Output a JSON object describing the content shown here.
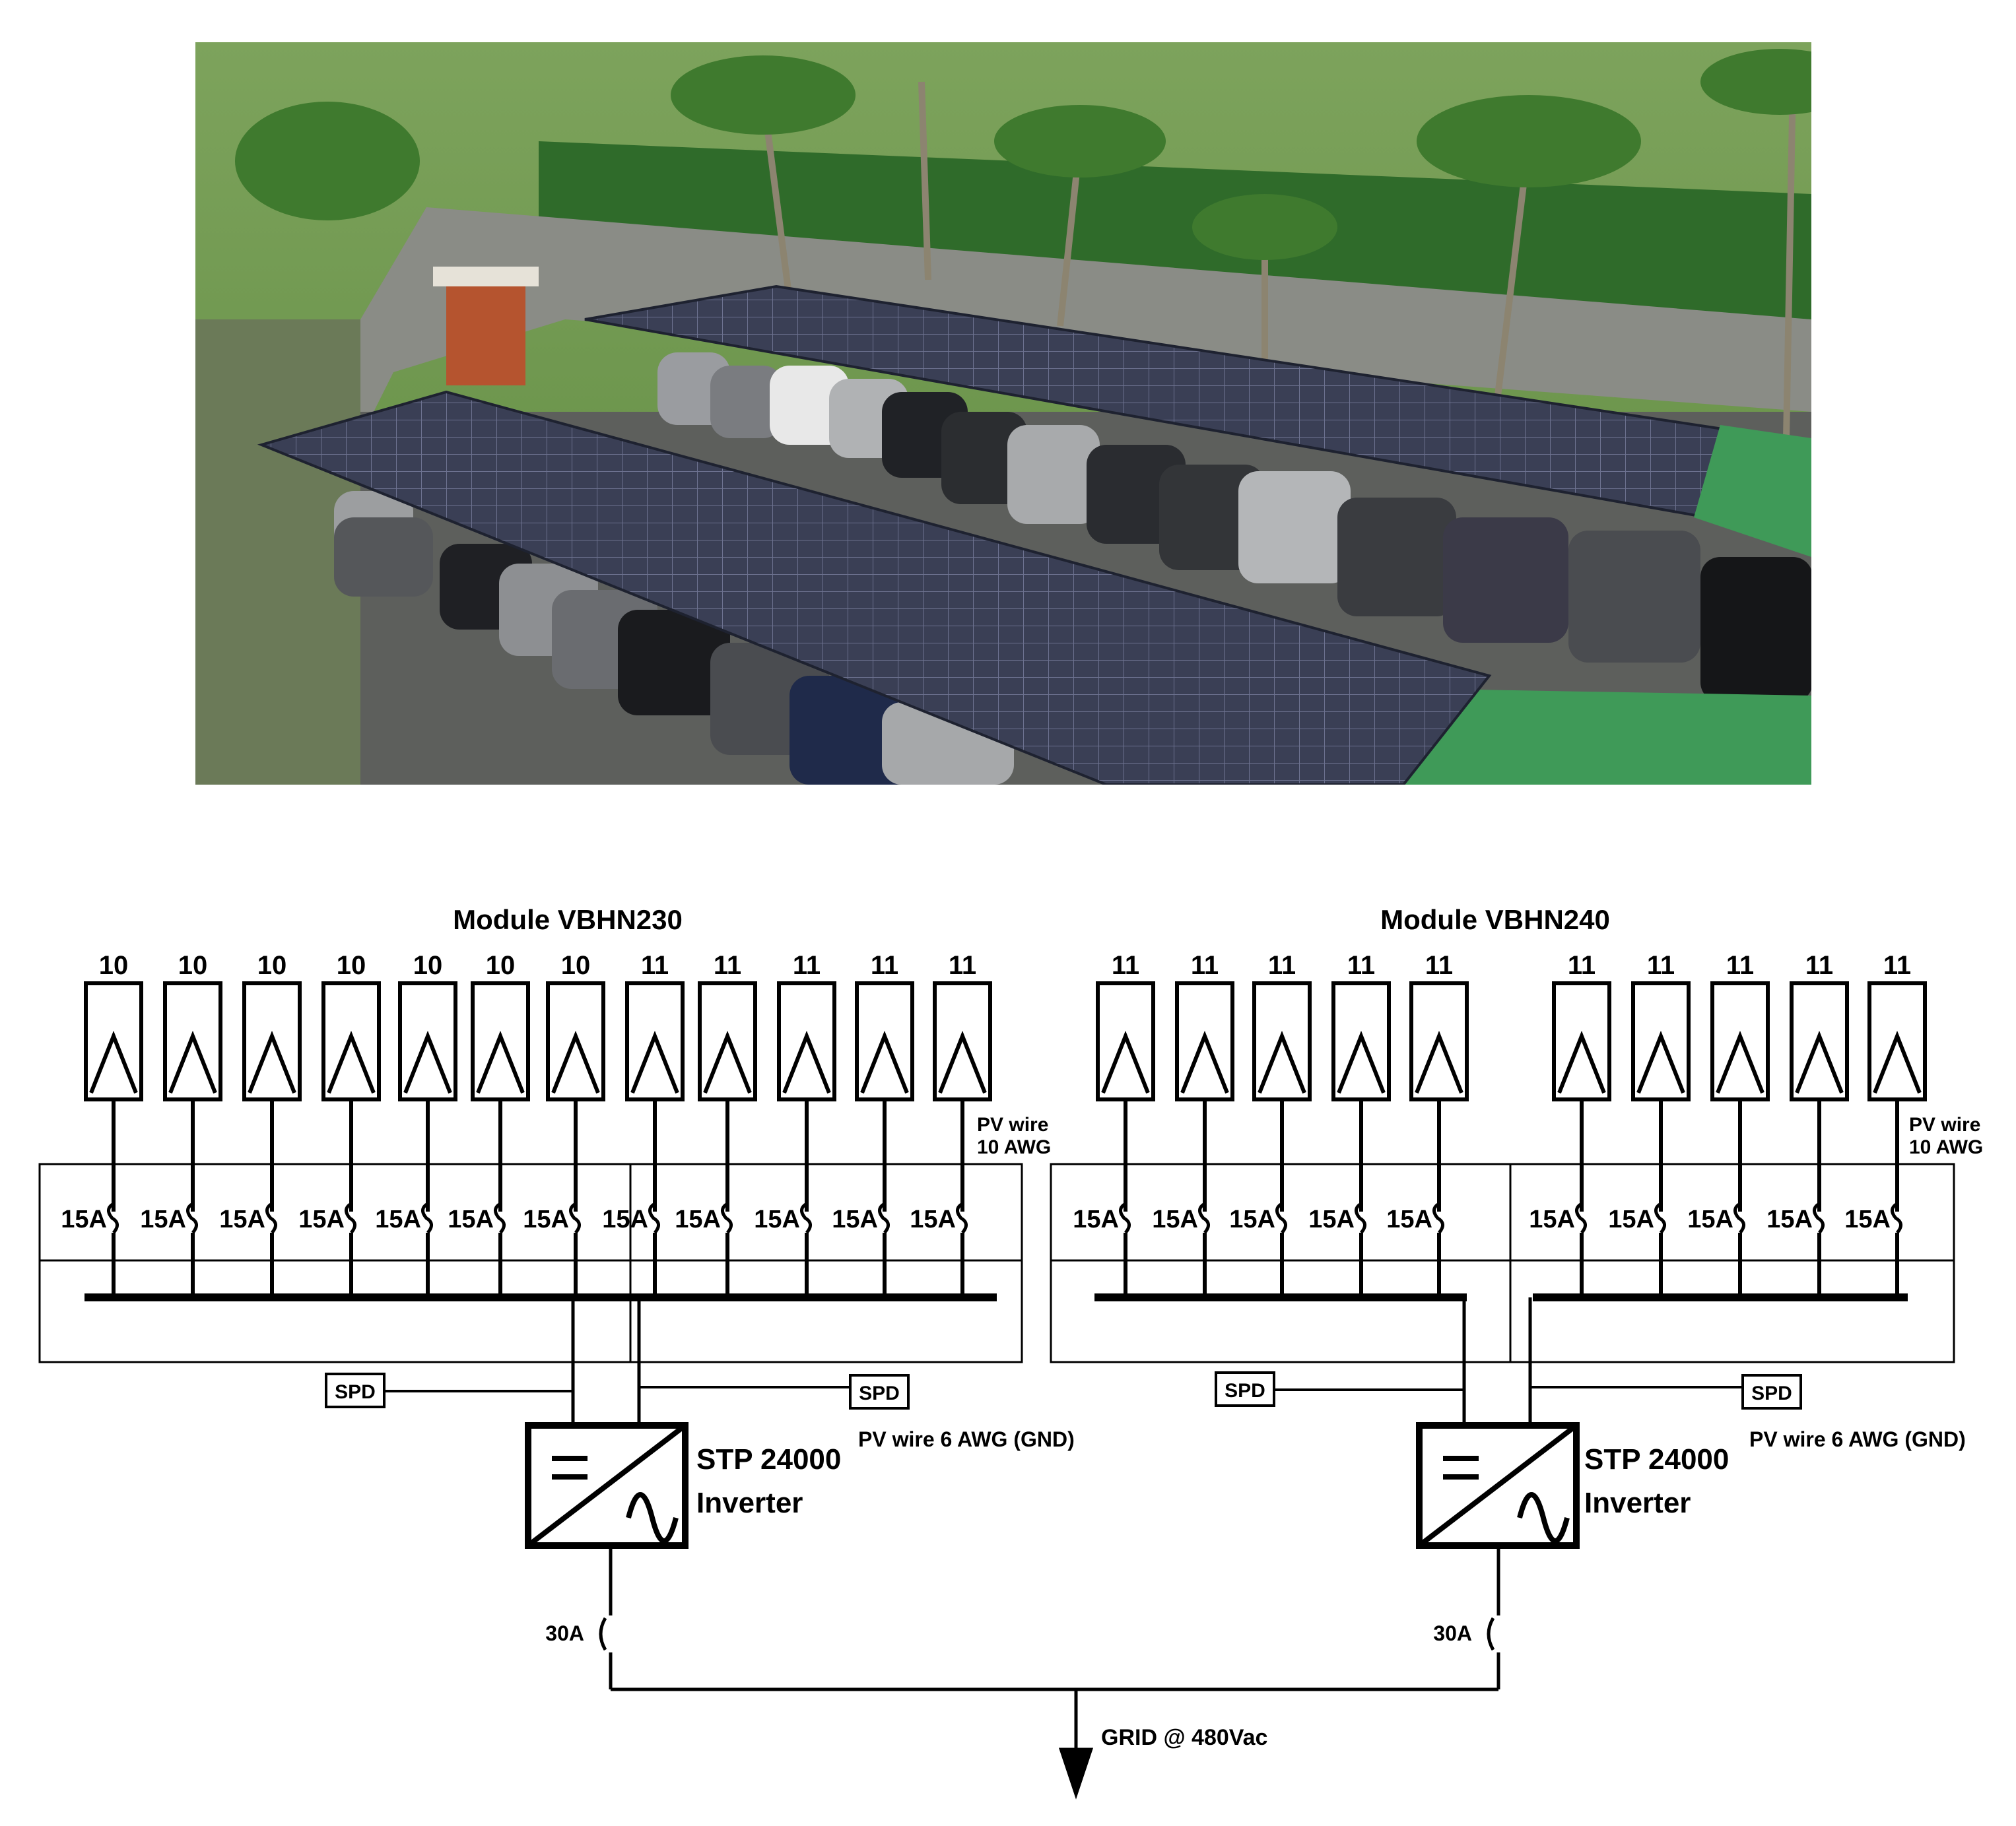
{
  "photo": {
    "colors": {
      "lawn": "#6f9a4c",
      "hedge": "#2f6b2a",
      "asphalt": "#5d5f5c",
      "panel": "#3a3f55",
      "roof_green": "#3f9a58"
    }
  },
  "diagram": {
    "arrays": [
      {
        "title": "Module VBHN230",
        "string_counts": [
          "10",
          "10",
          "10",
          "10",
          "10",
          "10",
          "10",
          "11",
          "11",
          "11",
          "11",
          "11"
        ],
        "fuse_label": "15A",
        "wire_note_1": "PV wire",
        "wire_note_2": "10 AWG",
        "spd_left": "SPD",
        "spd_right": "SPD",
        "gnd_note": "PV wire 6 AWG (GND)",
        "inverter_model": "STP 24000",
        "inverter_word": "Inverter",
        "breaker": "30A"
      },
      {
        "title": "Module VBHN240",
        "string_counts": [
          "11",
          "11",
          "11",
          "11",
          "11",
          "11",
          "11",
          "11",
          "11",
          "11"
        ],
        "fuse_label": "15A",
        "wire_note_1": "PV wire",
        "wire_note_2": "10 AWG",
        "spd_left": "SPD",
        "spd_right": "SPD",
        "gnd_note": "PV wire 6 AWG (GND)",
        "inverter_model": "STP 24000",
        "inverter_word": "Inverter",
        "breaker": "30A"
      }
    ],
    "grid_label": "GRID @ 480Vac"
  }
}
